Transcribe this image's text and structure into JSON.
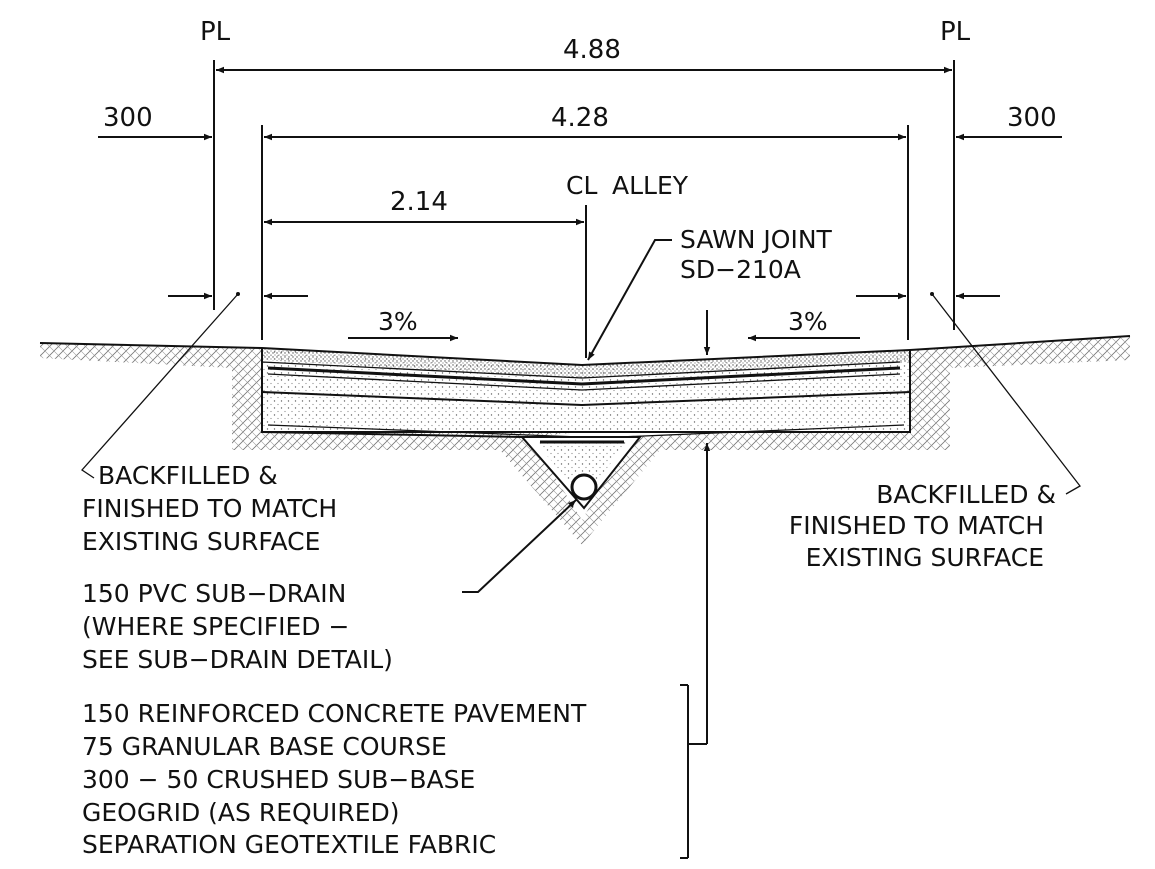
{
  "property_line_symbol": "PL",
  "centerline_symbol": "CL",
  "centerline_label": "ALLEY",
  "dimensions": {
    "overall_width": "4.88",
    "pavement_width": "4.28",
    "half_width": "2.14",
    "left_offset": "300",
    "right_offset": "300"
  },
  "slopes": {
    "left": "3%",
    "right": "3%"
  },
  "sawn_joint": {
    "line1": "SAWN JOINT",
    "line2": "SD−210A"
  },
  "backfill_left": [
    "BACKFILLED &",
    "FINISHED TO MATCH",
    "EXISTING SURFACE"
  ],
  "backfill_right": [
    "BACKFILLED &",
    "FINISHED TO MATCH",
    "EXISTING SURFACE"
  ],
  "sub_drain": [
    "150 PVC SUB−DRAIN",
    "(WHERE SPECIFIED −",
    "SEE SUB−DRAIN DETAIL)"
  ],
  "layers": [
    "150 REINFORCED CONCRETE PAVEMENT",
    "75 GRANULAR BASE COURSE",
    "300 − 50 CRUSHED SUB−BASE",
    "GEOGRID (AS REQUIRED)",
    "SEPARATION GEOTEXTILE FABRIC"
  ],
  "colors": {
    "ink": "#111111",
    "background": "#ffffff"
  }
}
